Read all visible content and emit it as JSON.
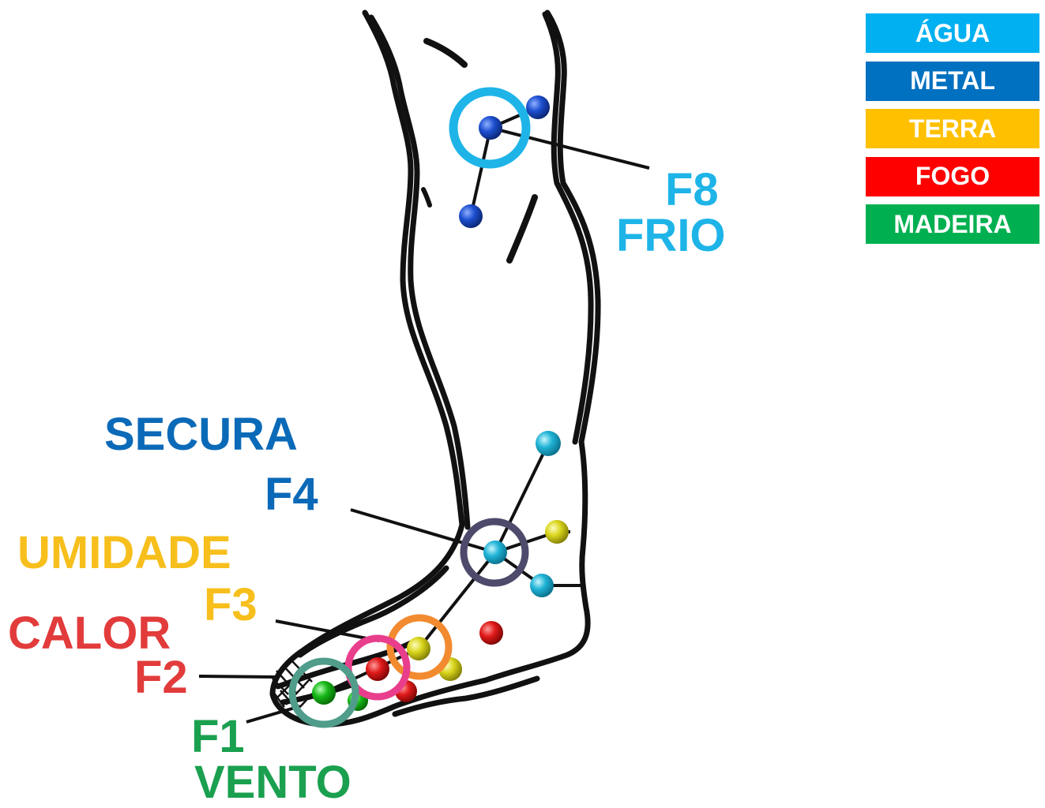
{
  "legend": [
    {
      "label": "ÁGUA",
      "color": "#00b0f0"
    },
    {
      "label": "METAL",
      "color": "#0070c0"
    },
    {
      "label": "TERRA",
      "color": "#ffc000"
    },
    {
      "label": "FOGO",
      "color": "#ff0000"
    },
    {
      "label": "MADEIRA",
      "color": "#00b050"
    }
  ],
  "points": {
    "f8": {
      "code": "F8",
      "name": "FRIO",
      "color": "#1eb4e8"
    },
    "f4": {
      "code": "F4",
      "name": "SECURA",
      "color": "#0b6ab8"
    },
    "f3": {
      "code": "F3",
      "name": "UMIDADE",
      "color": "#f7bf1c"
    },
    "f2": {
      "code": "F2",
      "name": "CALOR",
      "color": "#e23b3b"
    },
    "f1": {
      "code": "F1",
      "name": "VENTO",
      "color": "#1aa04f"
    }
  },
  "ring_colors": {
    "f8": "#1eb4e8",
    "f4": "#4d4a6b",
    "f3": "#f28a30",
    "f2": "#e83e8c",
    "f1": "#4f9d8a"
  },
  "dot_colors": {
    "blue": "#1443b5",
    "cyan": "#1aa8c9",
    "yellow": "#c9c81a",
    "red": "#d01818",
    "green": "#18a018"
  }
}
